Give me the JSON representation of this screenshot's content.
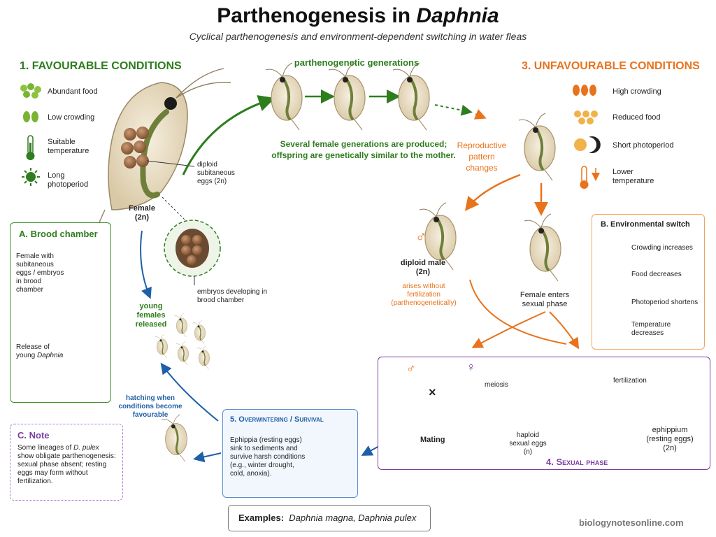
{
  "title": {
    "main": "Parthenogenesis in ",
    "italic": "Daphnia"
  },
  "subtitle": "Cyclical parthenogenesis and environment-dependent switching in water fleas",
  "favourable": {
    "heading": "1. FAVOURABLE CONDITIONS",
    "items": [
      "Abundant food",
      "Low crowding",
      "Suitable temperature",
      "Long photoperiod"
    ]
  },
  "female_label": "Female",
  "female_ploidy": "(2n)",
  "eggs_label": "diploid subitaneous eggs (2n)",
  "embryos_label": "embryos developing in brood chamber",
  "parth_heading": "parthenogenetic generations",
  "parth_desc": "Several female generations are produced; offspring are genetically similar to the mother.",
  "reproductive_change": "Reproductive pattern changes",
  "unfavourable": {
    "heading": "3. UNFAVOURABLE CONDITIONS",
    "items": [
      "High crowding",
      "Reduced food",
      "Short photoperiod",
      "Lower temperature"
    ]
  },
  "male": {
    "symbol": "♂",
    "label": "diploid male",
    "ploidy": "(2n)",
    "note": "arises without fertilization (parthenogenetically)"
  },
  "female_sexual": "Female enters sexual phase",
  "boxA": {
    "title": "A. Brood chamber",
    "text1": "Female with subitaneous eggs / embryos in brood chamber",
    "text2_pre": "Release of young ",
    "text2_it": "Daphnia"
  },
  "boxB": {
    "title": "B. Environmental switch",
    "items": [
      "Crowding increases",
      "Food decreases",
      "Photoperiod shortens",
      "Temperature decreases"
    ]
  },
  "boxC": {
    "title": "C. Note",
    "text_pre": "Some lineages of ",
    "text_it": "D. pulex",
    "text_post": " show obligate parthenogenesis: sexual phase absent; resting eggs may form without fertilization."
  },
  "young_released": "young females released",
  "hatching": "hatching when conditions become favourable",
  "overwinter": {
    "title": "5. Overwintering / Survival",
    "text": "Ephippia (resting eggs) sink to sediments and survive harsh conditions (e.g., winter drought, cold, anoxia)."
  },
  "sexual": {
    "title": "4. Sexual phase",
    "male_symbol": "♂",
    "female_symbol": "♀",
    "cross": "×",
    "mating": "Mating",
    "meiosis": "meiosis",
    "haploid": "haploid sexual eggs",
    "haploid_n": "(n)",
    "fertilization": "fertilization",
    "ephippium": "ephippium (resting eggs)",
    "ephippium_ploidy": "(2n)"
  },
  "examples": {
    "label": "Examples:",
    "species": "Daphnia magna, Daphnia pulex"
  },
  "footer": "biologynotesonline.com",
  "colors": {
    "green": "#2e7d1e",
    "orange": "#e8731c",
    "blue": "#1f5fa8",
    "purple": "#7b3fa0"
  }
}
